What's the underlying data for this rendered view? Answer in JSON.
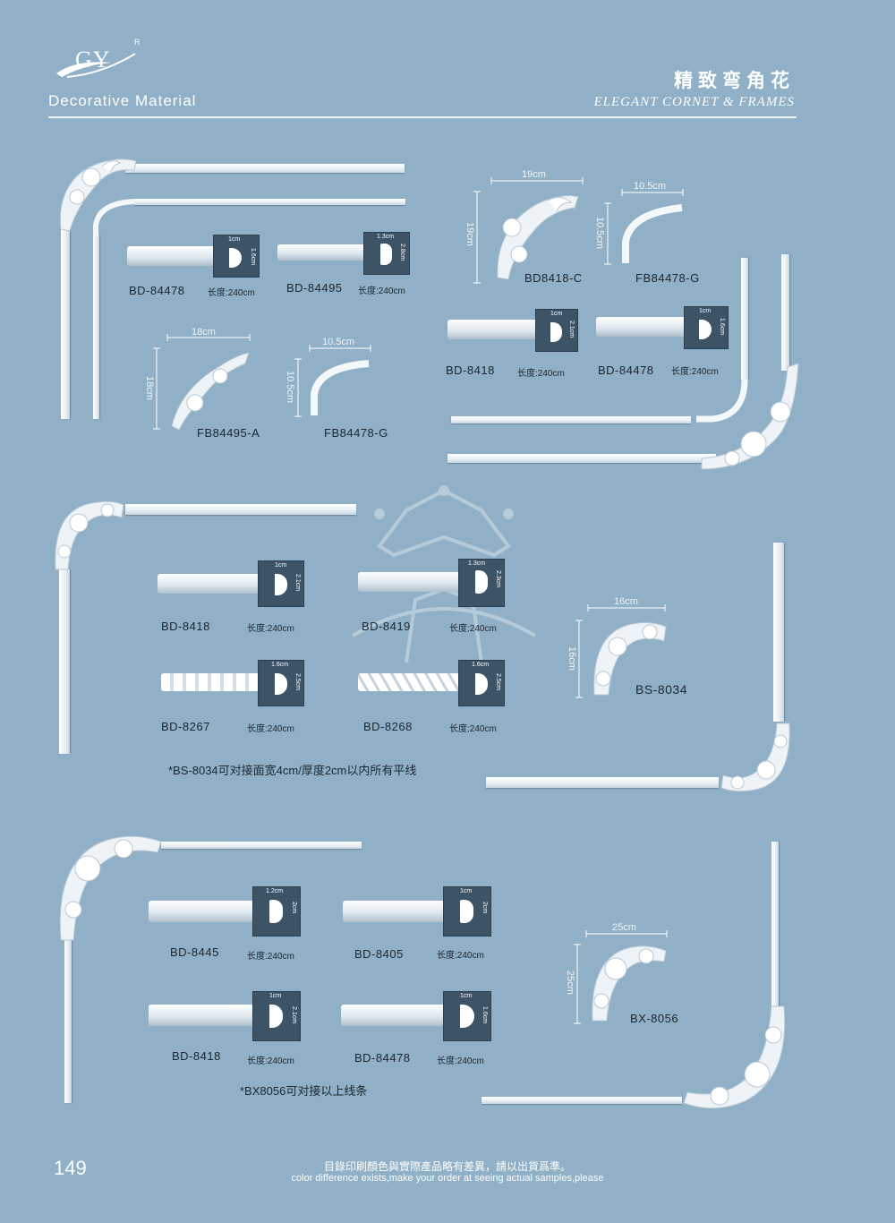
{
  "header": {
    "logo_text": "GY",
    "logo_mark": "R",
    "tagline": "Decorative Material",
    "title_cn": "精致弯角花",
    "title_en": "ELEGANT CORNET & FRAMES"
  },
  "section1": {
    "products": [
      {
        "code": "BD-84478",
        "length": "长度:240cm",
        "profile_w": "1cm",
        "profile_h": "1.6cm"
      },
      {
        "code": "BD-84495",
        "length": "长度:240cm",
        "profile_w": "1.3cm",
        "profile_h": "2.8cm"
      },
      {
        "code": "BD-8418",
        "length": "长度:240cm",
        "profile_w": "1cm",
        "profile_h": "2.1cm"
      },
      {
        "code": "BD-84478",
        "length": "长度:240cm",
        "profile_w": "1cm",
        "profile_h": "1.6cm"
      }
    ],
    "corners": [
      {
        "code": "BD8418-C",
        "w": "19cm",
        "h": "19cm"
      },
      {
        "code": "FB84478-G",
        "w": "10.5cm",
        "h": "10.5cm"
      },
      {
        "code": "FB84495-A",
        "w": "18cm",
        "h": "18cm"
      },
      {
        "code": "FB84478-G",
        "w": "10.5cm",
        "h": "10.5cm"
      }
    ]
  },
  "section2": {
    "products": [
      {
        "code": "BD-8418",
        "length": "长度:240cm",
        "profile_w": "1cm",
        "profile_h": "2.1cm"
      },
      {
        "code": "BD-8419",
        "length": "长度:240cm",
        "profile_w": "1.3cm",
        "profile_h": "2.3cm"
      },
      {
        "code": "BD-8267",
        "length": "长度:240cm",
        "profile_w": "1.6cm",
        "profile_h": "2.5cm"
      },
      {
        "code": "BD-8268",
        "length": "长度:240cm",
        "profile_w": "1.6cm",
        "profile_h": "2.5cm"
      }
    ],
    "corner": {
      "code": "BS-8034",
      "w": "16cm",
      "h": "16cm"
    },
    "note": "*BS-8034可对接面宽4cm/厚度2cm以内所有平线"
  },
  "section3": {
    "products": [
      {
        "code": "BD-8445",
        "length": "长度:240cm",
        "profile_w": "1.2cm",
        "profile_h": "2cm"
      },
      {
        "code": "BD-8405",
        "length": "长度:240cm",
        "profile_w": "1cm",
        "profile_h": "2cm"
      },
      {
        "code": "BD-8418",
        "length": "长度:240cm",
        "profile_w": "1cm",
        "profile_h": "2.1cm"
      },
      {
        "code": "BD-84478",
        "length": "长度:240cm",
        "profile_w": "1cm",
        "profile_h": "1.6cm"
      }
    ],
    "corner": {
      "code": "BX-8056",
      "w": "25cm",
      "h": "25cm"
    },
    "note": "*BX8056可对接以上线条"
  },
  "footer": {
    "page_number": "149",
    "disclaimer_cn": "目錄印刷顏色與實際產品略有差異，請以出貨爲準。",
    "disclaimer_en": "color difference exists,make your order at seeing actual samples,please"
  },
  "colors": {
    "background": "#8fb0c6",
    "profile_box": "#3d5467",
    "text": "#1b2630",
    "white": "#ffffff"
  }
}
